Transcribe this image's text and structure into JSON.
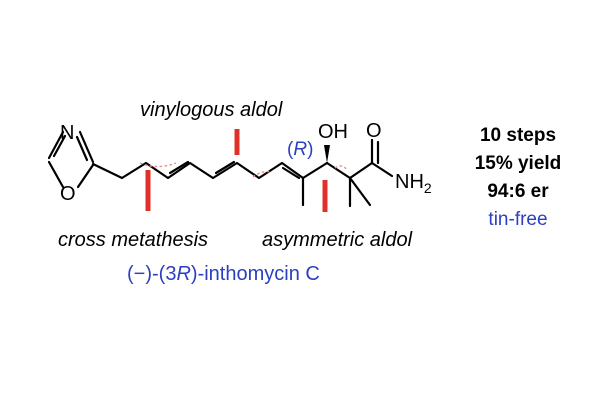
{
  "annotations": {
    "vinylogous_aldol": "vinylogous aldol",
    "cross_metathesis": "cross metathesis",
    "asymmetric_aldol": "asymmetric aldol"
  },
  "atoms": {
    "n": "N",
    "o_ring": "O",
    "oh": "OH",
    "o_carbonyl": "O",
    "nh": "NH",
    "nh_sub": "2"
  },
  "stereo": {
    "open": "(",
    "r": "R",
    "close": ")"
  },
  "compound": {
    "prefix": "(−)-(3",
    "r": "R",
    "suffix": ")-inthomycin C"
  },
  "stats": {
    "steps": "10 steps",
    "yield": "15% yield",
    "er": "94:6 er",
    "tin_free": "tin-free"
  },
  "colors": {
    "disconnection": "#e0302a",
    "accent_blue": "#2b3fc0",
    "bond": "#000000"
  }
}
